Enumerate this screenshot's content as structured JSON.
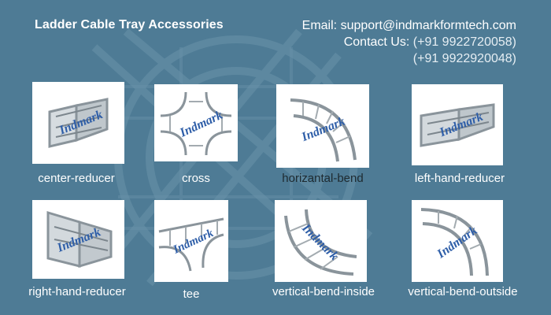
{
  "header": {
    "title": "Ladder Cable Tray Accessories",
    "email_label": "Email:",
    "email_value": "support@indmarkformtech.com",
    "contact_label": "Contact Us:",
    "phone_1": "(+91 9922720058)",
    "phone_2": "(+91 9922920048)"
  },
  "watermark": "Indmark",
  "products": [
    {
      "label": "center-reducer"
    },
    {
      "label": "cross"
    },
    {
      "label": "horizantal-bend"
    },
    {
      "label": "left-hand-reducer"
    },
    {
      "label": "right-hand-reducer"
    },
    {
      "label": "tee"
    },
    {
      "label": "vertical-bend-inside"
    },
    {
      "label": "vertical-bend-outside"
    }
  ],
  "colors": {
    "background": "#4e7b95",
    "header_text": "#ffffff",
    "caption_text": "#ffffff",
    "thumb_background": "#ffffff",
    "watermark": "#2e5ea8"
  }
}
